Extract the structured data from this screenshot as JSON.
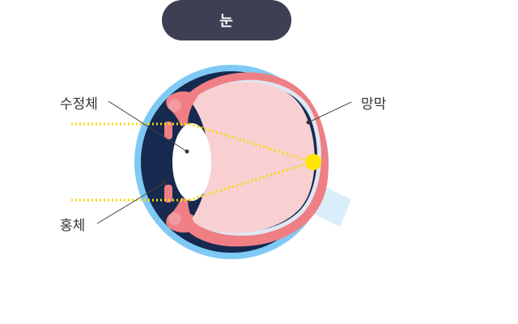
{
  "title": "눈",
  "labels": {
    "lens": "수정체",
    "iris": "홍체",
    "retina": "망막"
  },
  "colors": {
    "title_bg": "#3d4054",
    "outer_layer": "#7fcaf5",
    "inner_dark": "#162a4f",
    "vitreous": "#f8d0d2",
    "choroid": "#ef7f84",
    "retina_line": "#dfe7f2",
    "light_ray": "#f5d90a",
    "focus_point": "#ffe600",
    "optic_nerve": "#d9eefa"
  }
}
